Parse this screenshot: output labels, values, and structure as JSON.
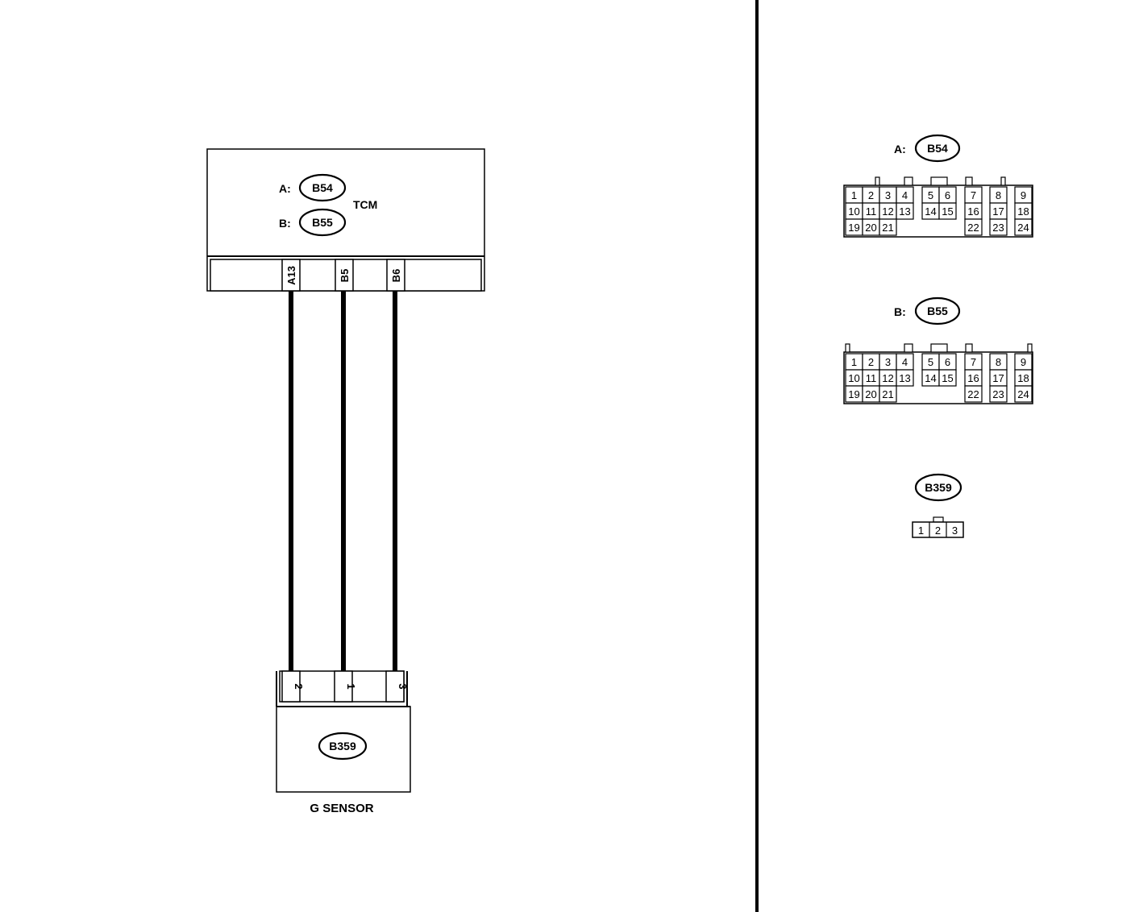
{
  "tcm": {
    "label": "TCM",
    "connector_a_prefix": "A:",
    "connector_a_code": "B54",
    "connector_b_prefix": "B:",
    "connector_b_code": "B55",
    "pins": [
      "A13",
      "B5",
      "B6"
    ]
  },
  "sensor": {
    "label": "G SENSOR",
    "connector_code": "B359",
    "pins": [
      "2",
      "1",
      "3"
    ]
  },
  "connector_views": {
    "a": {
      "prefix": "A:",
      "code": "B54",
      "row1": [
        "1",
        "2",
        "3",
        "4",
        "5",
        "6",
        "7",
        "8",
        "9"
      ],
      "row2": [
        "10",
        "11",
        "12",
        "13",
        "14",
        "15",
        "16",
        "17",
        "18"
      ],
      "row3": [
        "19",
        "20",
        "21",
        "22",
        "23",
        "24"
      ]
    },
    "b": {
      "prefix": "B:",
      "code": "B55",
      "row1": [
        "1",
        "2",
        "3",
        "4",
        "5",
        "6",
        "7",
        "8",
        "9"
      ],
      "row2": [
        "10",
        "11",
        "12",
        "13",
        "14",
        "15",
        "16",
        "17",
        "18"
      ],
      "row3": [
        "19",
        "20",
        "21",
        "22",
        "23",
        "24"
      ]
    },
    "sensor": {
      "code": "B359",
      "pins": [
        "1",
        "2",
        "3"
      ]
    }
  }
}
